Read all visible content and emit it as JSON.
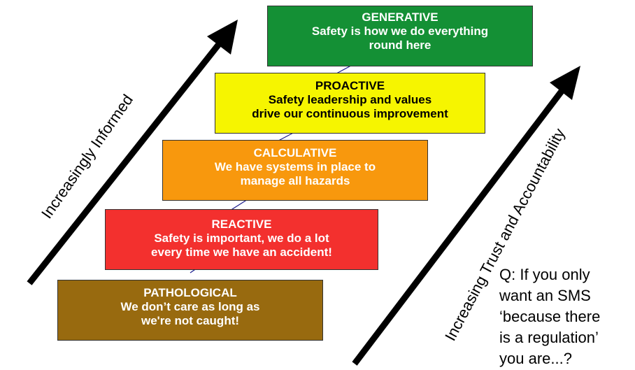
{
  "steps": {
    "pathological": {
      "title": "PATHOLOGICAL",
      "line1": "We don’t care as long as",
      "line2": "we're not caught!",
      "color": "#986A0F"
    },
    "reactive": {
      "title": "REACTIVE",
      "line1": "Safety is important, we do a lot",
      "line2": "every time we have an accident!",
      "color": "#F3302E"
    },
    "calculative": {
      "title": "CALCULATIVE",
      "line1": "We have systems in place to",
      "line2": "manage all hazards",
      "color": "#F8980D"
    },
    "proactive": {
      "title": "PROACTIVE",
      "line1": "Safety leadership and values",
      "line2": "drive our continuous improvement",
      "color": "#F6F500"
    },
    "generative": {
      "title": "GENERATIVE",
      "line1": "Safety is how we do everything",
      "line2": "round here",
      "color": "#149035"
    }
  },
  "axes": {
    "left": "Increasingly Informed",
    "right": "Increasing Trust and Accountability"
  },
  "question": {
    "line1": "Q: If you only",
    "line2": "want an SMS",
    "line3": "‘because there",
    "line4": "is a regulation’",
    "line5": "you are...?"
  },
  "colors": {
    "big_arrow": "#000000",
    "connector_arrow": "#1a1a8c"
  }
}
